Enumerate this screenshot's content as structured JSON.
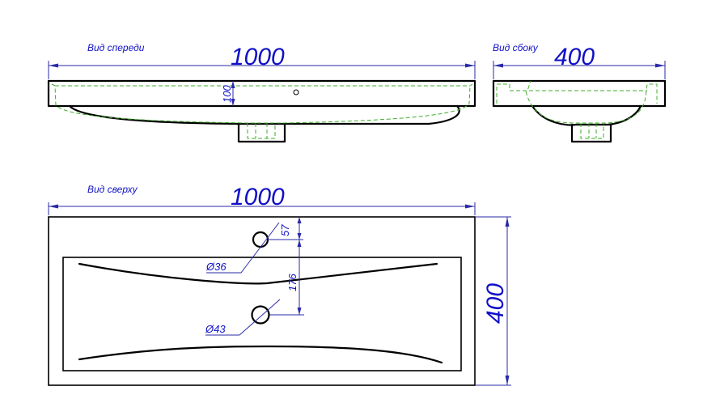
{
  "views": {
    "front": {
      "label": "Вид спереди",
      "width": "1000",
      "height": "100"
    },
    "side": {
      "label": "Вид сбоку",
      "depth": "400"
    },
    "top": {
      "label": "Вид сверху",
      "width": "1000",
      "depth": "400",
      "tap_hole": "Ø36",
      "drain_hole": "Ø43",
      "tap_offset": "57",
      "hole_spacing": "176"
    }
  },
  "colors": {
    "outline": "#000000",
    "hidden_lines": "#3fae2a",
    "dimension_lines": "#2a2aa8",
    "dimension_text": "#1010c8"
  }
}
